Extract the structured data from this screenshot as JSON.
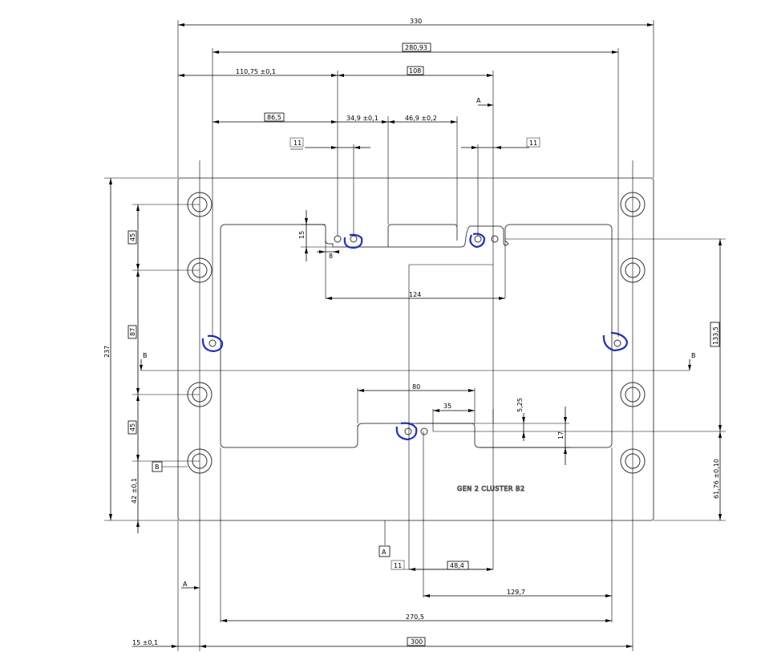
{
  "title_text": "GEN 2 CLUSTER B2",
  "colors": {
    "line": "#000000",
    "part_outline": "#555555",
    "markup": "#1a2fd6",
    "background": "#ffffff"
  },
  "dimensions": {
    "overall_width": "330",
    "hole_span_top": "280,93",
    "left_to_center": "110,75 ±0,1",
    "center_span": "108",
    "left_offset": "86,5",
    "hole_offset_a": "34,9 ±0,1",
    "hole_offset_b": "46,9 ±0,2",
    "slot_height": "15",
    "slot_offset": "8",
    "slot_width": "124",
    "lower_slot_width": "80",
    "lower_offset": "35",
    "small_offset": "5,25",
    "lower_height": "17",
    "vert_span_right": "133,5",
    "right_bottom": "61,76 ±0,10",
    "overall_height": "237",
    "left_pitch_top": "45",
    "left_pitch_mid": "87",
    "left_pitch_bottom": "45",
    "left_bottom": "42 ±0,1",
    "bottom_offset": "48,4",
    "bottom_span": "129,7",
    "bottom_width": "270,5",
    "bottom_total": "300",
    "edge_offset": "15 ±0,1"
  },
  "tolerance_boxes": {
    "top_left": "11",
    "top_right": "11",
    "bottom": "11"
  },
  "datums": {
    "a": "A",
    "b": "B"
  }
}
